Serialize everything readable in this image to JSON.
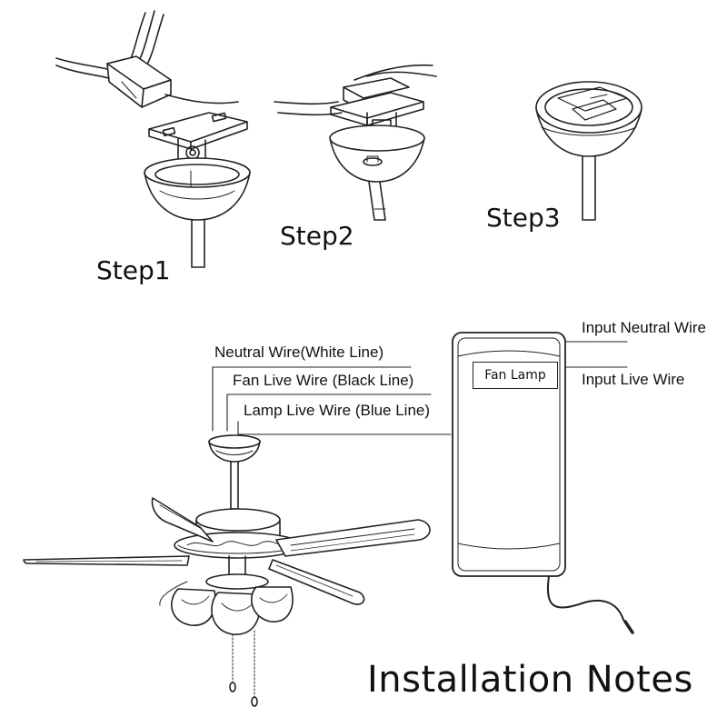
{
  "steps": [
    {
      "label": "Step1"
    },
    {
      "label": "Step2"
    },
    {
      "label": "Step3"
    }
  ],
  "wires": {
    "neutral": "Neutral Wire(White Line)",
    "fan_live": "Fan Live Wire (Black Line)",
    "lamp_live": "Lamp Live Wire (Blue Line)",
    "input_neutral": "Input Neutral Wire",
    "input_live": "Input Live Wire"
  },
  "receiver": {
    "button_label": "Fan Lamp"
  },
  "title": "Installation Notes",
  "colors": {
    "line": "#222222",
    "background": "#ffffff"
  }
}
